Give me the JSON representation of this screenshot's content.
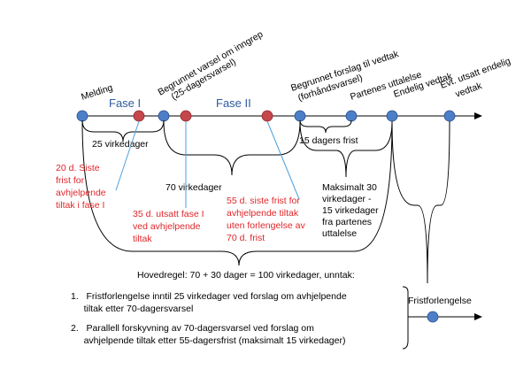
{
  "phases": {
    "phase1": "Fase I",
    "phase2": "Fase II"
  },
  "milestones": {
    "melding": "Melding",
    "varsel_line1": "Begrunnet varsel om inngrep",
    "varsel_line2": "(25-dagersvarsel)",
    "forslag_line1": "Begrunnet forslag til vedtak",
    "forslag_line2": "(forhåndsvarsel)",
    "uttalelse": "Partenes uttalelse",
    "endelig": "Endelig vedtak",
    "utsatt_line1": "Evt. utsatt endelig",
    "utsatt_line2": "vedtak"
  },
  "periods": {
    "p25": "25 virkedager",
    "p15": "15 dagers frist",
    "p70": "70 virkedager",
    "max_lines": [
      "Maksimalt 30",
      "virkedager -",
      "15 virkedager",
      "fra partenes",
      "uttalelse"
    ]
  },
  "red_notes": {
    "note20": [
      "20 d.  Siste",
      "frist for",
      "avhjelpende",
      "tiltak i fase I"
    ],
    "note35": [
      "35 d. utsatt fase I",
      "ved avhjelpende",
      "tiltak"
    ],
    "note55": [
      "55 d. siste frist for",
      "avhjelpende  tiltak",
      "uten forlengelse av",
      "70 d. frist"
    ]
  },
  "rule": {
    "main": "Hovedregel: 70 + 30 dager = 100 virkedager, unntak:",
    "item1": [
      "1.   Fristforlengelse inntil 25 virkedager ved forslag om avhjelpende",
      "     tiltak etter 70-dagersvarsel"
    ],
    "item2": [
      "2.   Parallell forskyvning av 70-dagersvarsel ved forslag om",
      "     avhjelpende tiltak etter 55-dagersfrist (maksimalt 15 virkedager)"
    ]
  },
  "extension": "Fristforlengelse",
  "colors": {
    "blue_dot": "#4d7fc9",
    "red_dot": "#c5474b",
    "red_text": "#e0262a",
    "phase_text": "#2f5b9e",
    "leader": "#4aa0e0"
  }
}
